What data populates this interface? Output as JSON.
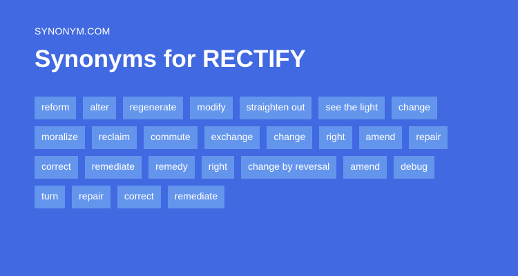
{
  "brand": "SYNONYM.COM",
  "title": "Synonyms for RECTIFY",
  "colors": {
    "background": "#4169E1",
    "chip": "#6495ED",
    "text": "#FFFFFF"
  },
  "rows": [
    [
      "reform",
      "alter",
      "regenerate",
      "modify",
      "straighten out",
      "see the light",
      "change"
    ],
    [
      "moralize",
      "reclaim",
      "commute",
      "exchange",
      "change",
      "right",
      "amend",
      "repair"
    ],
    [
      "correct",
      "remediate",
      "remedy",
      "right",
      "change by reversal",
      "amend",
      "debug"
    ],
    [
      "turn",
      "repair",
      "correct",
      "remediate"
    ]
  ]
}
